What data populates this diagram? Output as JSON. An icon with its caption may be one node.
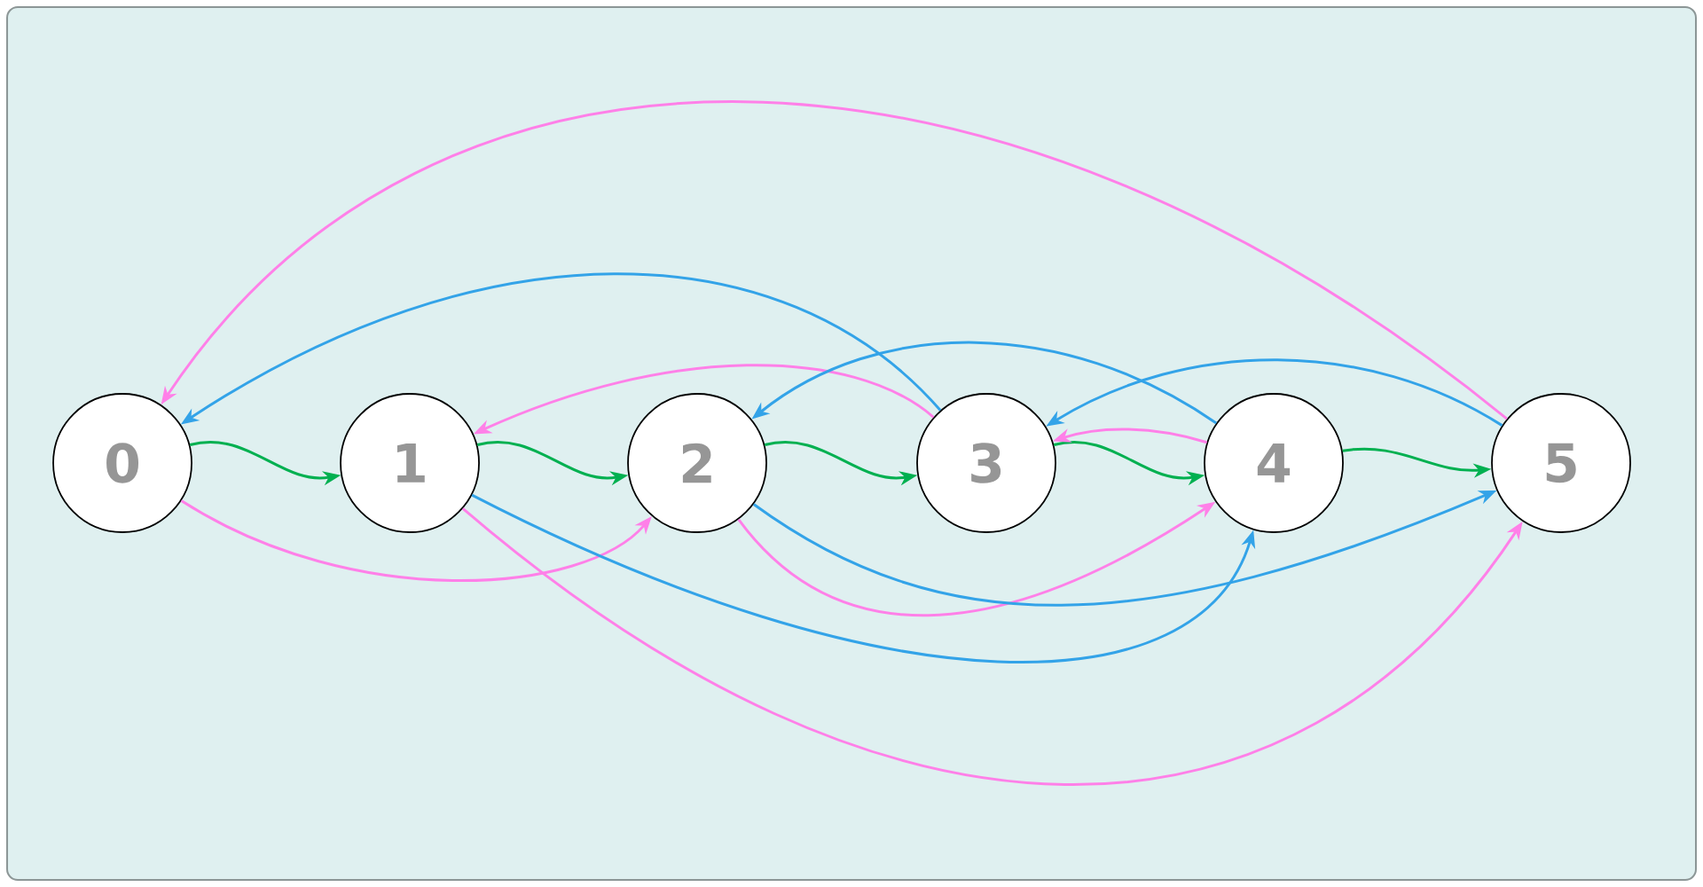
{
  "diagram": {
    "nodes": [
      {
        "text": [
          "0"
        ]
      },
      {
        "text": [
          "1"
        ]
      },
      {
        "text": [
          "2"
        ]
      },
      {
        "text": [
          "3"
        ]
      },
      {
        "text": [
          "4"
        ]
      },
      {
        "text": [
          "5"
        ]
      }
    ],
    "edges": [
      {
        "from": 0,
        "to": 1,
        "arrow": "to",
        "color": "#00b050"
      },
      {
        "from": 1,
        "to": 2,
        "arrow": "to",
        "color": "#00b050"
      },
      {
        "from": 2,
        "to": 3,
        "arrow": "to",
        "color": "#00b050"
      },
      {
        "from": 3,
        "to": 4,
        "arrow": "to",
        "color": "#00b050"
      },
      {
        "from": 4,
        "to": 5,
        "arrow": "to",
        "color": "#00b050"
      },
      {
        "from": 5,
        "to": 0,
        "arrow": "to",
        "color": "#ff80e8"
      },
      {
        "from": 3,
        "to": 1,
        "arrow": "to",
        "color": "#ff80e8"
      },
      {
        "from": 4,
        "to": 3,
        "arrow": "to",
        "color": "#ff80e8"
      },
      {
        "from": 0,
        "to": 2,
        "arrow": "to",
        "color": "#ff80e8"
      },
      {
        "from": 2,
        "to": 4,
        "arrow": "to",
        "color": "#ff80e8"
      },
      {
        "from": 1,
        "to": 5,
        "arrow": "to",
        "color": "#ff80e8"
      },
      {
        "from": 3,
        "to": 0,
        "arrow": "to",
        "color": "#33a3e8"
      },
      {
        "from": 4,
        "to": 2,
        "arrow": "to",
        "color": "#33a3e8"
      },
      {
        "from": 5,
        "to": 3,
        "arrow": "to",
        "color": "#33a3e8"
      },
      {
        "from": 1,
        "to": 4,
        "arrow": "to",
        "color": "#33a3e8"
      },
      {
        "from": 2,
        "to": 5,
        "arrow": "to",
        "color": "#33a3e8"
      }
    ]
  }
}
